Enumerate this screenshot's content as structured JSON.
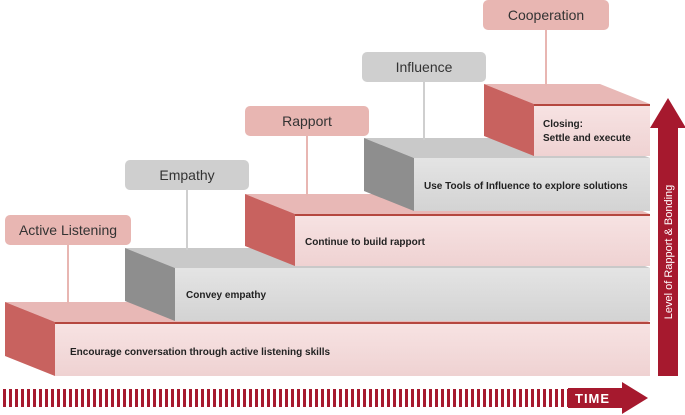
{
  "colors": {
    "red_face": "#f2d9d9",
    "red_top": "#e8b8b6",
    "red_side": "#c8625f",
    "red_edge": "#b5473f",
    "gray_face": "#d9d9d9",
    "gray_top": "#c9c9c9",
    "gray_side": "#8e8e8e",
    "label_red": "#e8b6b2",
    "label_gray": "#cfcfcf",
    "accent": "#a6192e"
  },
  "stages": [
    {
      "label": "Active Listening",
      "text": [
        "Encourage conversation through active listening skills"
      ],
      "theme": "red"
    },
    {
      "label": "Empathy",
      "text": [
        "Convey empathy"
      ],
      "theme": "gray"
    },
    {
      "label": "Rapport",
      "text": [
        "Continue to build rapport"
      ],
      "theme": "red"
    },
    {
      "label": "Influence",
      "text": [
        "Use Tools of Influence to explore solutions"
      ],
      "theme": "gray"
    },
    {
      "label": "Cooperation",
      "text": [
        "Closing:",
        "Settle and execute"
      ],
      "theme": "red"
    }
  ],
  "vertical_axis": {
    "label": "Level of Rapport & Bonding"
  },
  "time_axis": {
    "label": "TIME"
  }
}
